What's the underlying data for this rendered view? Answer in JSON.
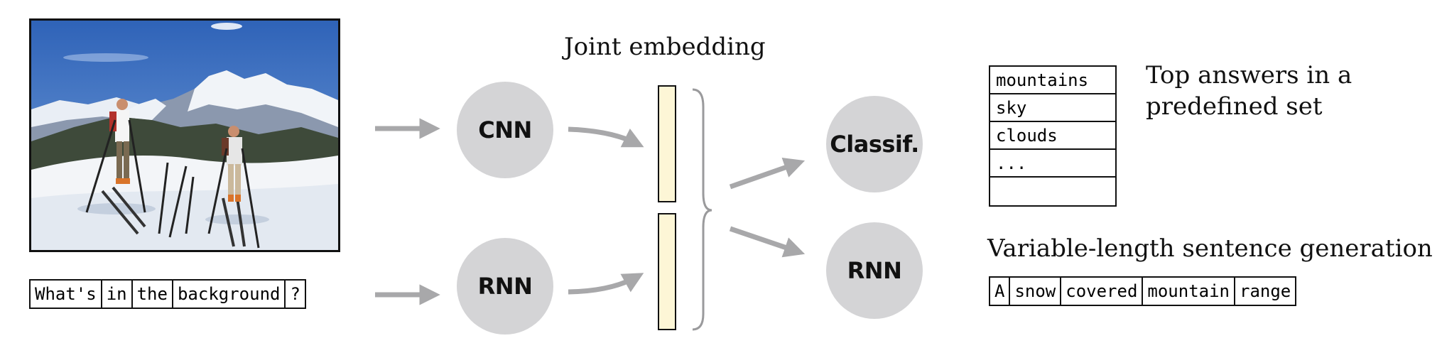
{
  "photo": {
    "icon": "skiers-in-snowy-mountains-photo",
    "colors": {
      "sky": "#3f72c4",
      "snow": "#f3f5f8",
      "mountain": "#7b8aa3"
    }
  },
  "question": {
    "tokens": [
      "What's",
      "in",
      "the",
      "background",
      "?"
    ]
  },
  "nodes": {
    "cnn": "CNN",
    "rnn_in": "RNN",
    "classifier": "Classif.",
    "rnn_out": "RNN"
  },
  "joint_embedding_label": "Joint embedding",
  "answers": {
    "items": [
      "mountains",
      "sky",
      "clouds",
      "...",
      ""
    ],
    "caption": "Top answers in a\npredefined set"
  },
  "generation": {
    "caption": "Variable-length sentence generation",
    "tokens": [
      "A",
      "snow",
      "covered",
      "mountain",
      "range"
    ]
  },
  "colors": {
    "arrow": "#a8a8aa",
    "node_fill": "#d4d4d6",
    "embedding_fill": "#fdf6d6",
    "brace": "#9a9a9c"
  }
}
